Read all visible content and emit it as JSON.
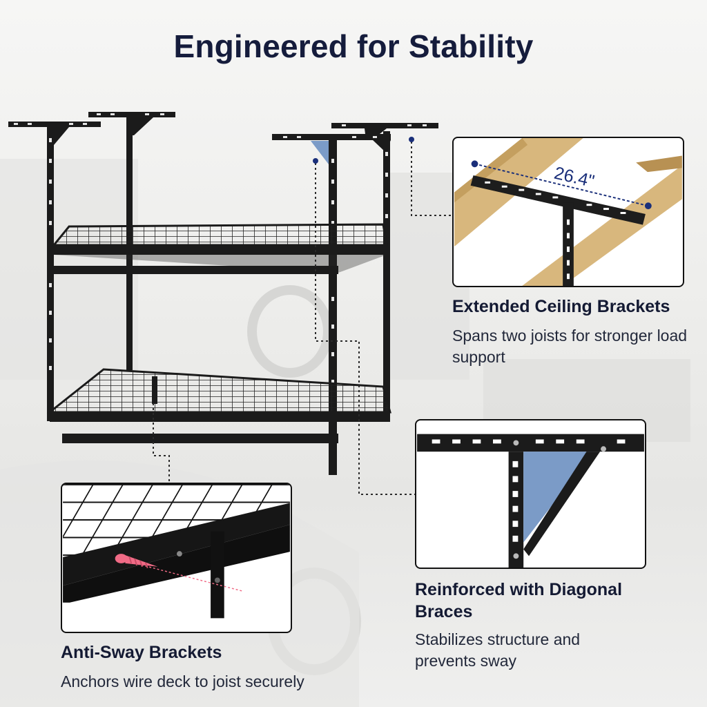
{
  "title": "Engineered for Stability",
  "features": [
    {
      "title": "Extended Ceiling Brackets",
      "description": "Spans two joists for stronger load support",
      "measurement": "26.4\""
    },
    {
      "title": "Reinforced with Diagonal Braces",
      "description": "Stabilizes structure and prevents sway"
    },
    {
      "title": "Anti-Sway Brackets",
      "description": "Anchors wire deck to joist securely"
    }
  ],
  "colors": {
    "title": "#151c3c",
    "marker": "#1a2f7a",
    "brace": "#7b9bc7",
    "joist": "#d8b77d",
    "screw": "#f06b86",
    "rack": "#1b1b1b"
  },
  "icons": [
    "ceiling-bracket-closeup-image",
    "diagonal-brace-closeup-image",
    "anti-sway-bracket-closeup-image"
  ]
}
